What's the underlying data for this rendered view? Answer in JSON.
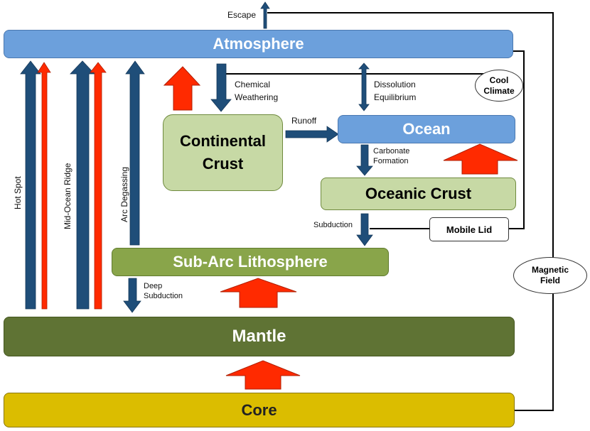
{
  "boxes": {
    "atmosphere": "Atmosphere",
    "ocean": "Ocean",
    "continental_crust": "Continental Crust",
    "oceanic_crust": "Oceanic Crust",
    "sub_arc_lithosphere": "Sub-Arc Lithosphere",
    "mantle": "Mantle",
    "core": "Core",
    "mobile_lid": "Mobile Lid"
  },
  "ovals": {
    "cool_climate": "Cool Climate",
    "magnetic_field": "Magnetic Field"
  },
  "labels": {
    "escape": "Escape",
    "chemical_weathering": "Chemical Weathering",
    "dissolution_equilibrium": "Dissolution Equilibrium",
    "runoff": "Runoff",
    "carbonate_formation": "Carbonate Formation",
    "subduction": "Subduction",
    "deep_subduction": "Deep Subduction",
    "hot_spot": "Hot Spot",
    "mid_ocean_ridge": "Mid-Ocean Ridge",
    "arc_degassing": "Arc Degassing"
  },
  "colors": {
    "flux_arrow": "#1f4e79",
    "heat_arrow": "#ff2a00",
    "atmosphere": "#6ca0dc",
    "core": "#dbbd00"
  }
}
